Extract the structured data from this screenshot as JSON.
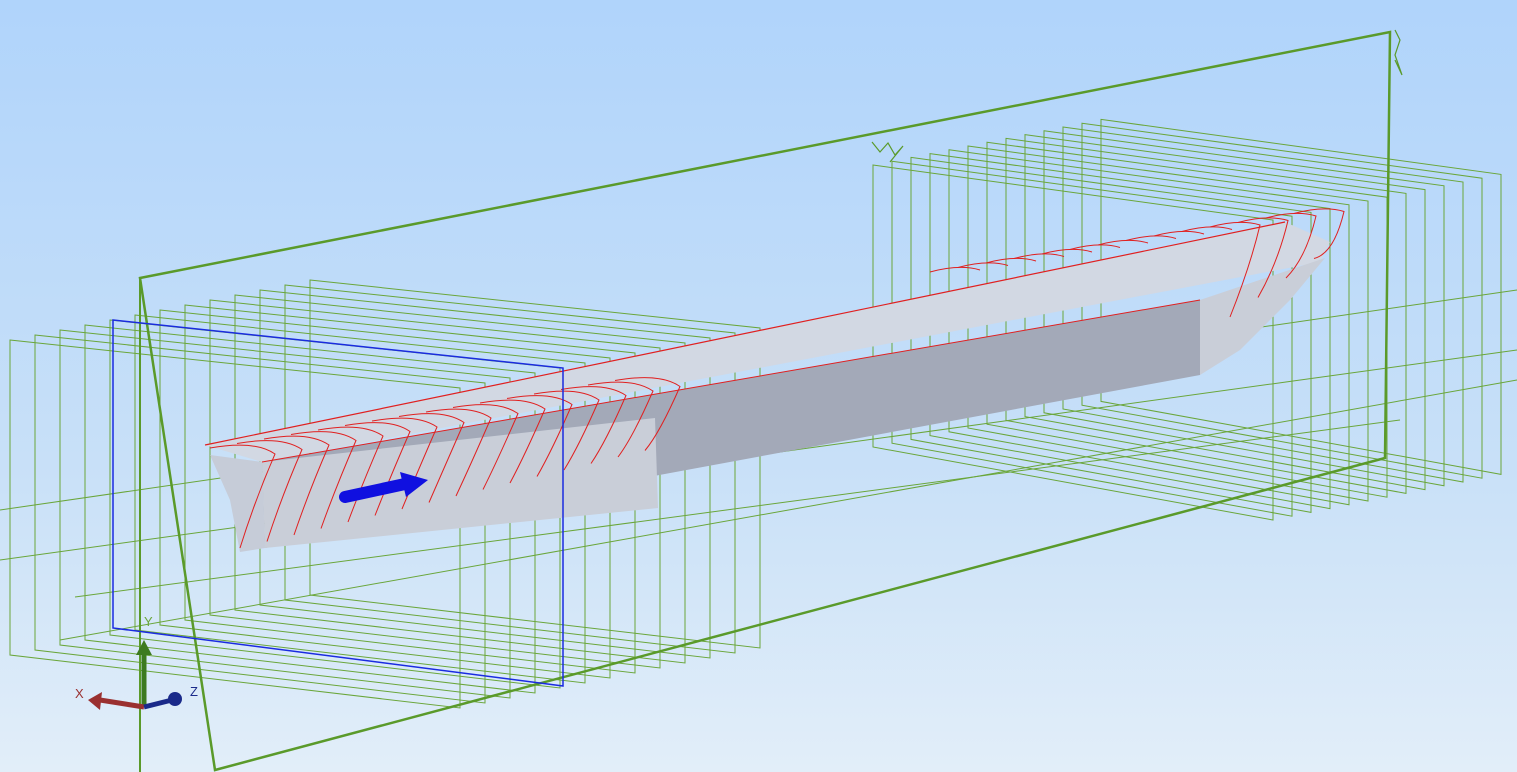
{
  "viewport": {
    "axes": {
      "x_label": "X",
      "y_label": "Y",
      "z_label": "Z"
    },
    "colors": {
      "plane": "#5a9a2a",
      "station": "#6aa63a",
      "selected_frame": "#1a2be0",
      "hull_section": "#e02020",
      "hull_deck": "#d0d6e2",
      "hull_side": "#a3a9b8",
      "direction_arrow": "#1010e0",
      "axis_x": "#9a3030",
      "axis_y": "#3d7a20",
      "axis_z": "#1a2a8a"
    }
  }
}
